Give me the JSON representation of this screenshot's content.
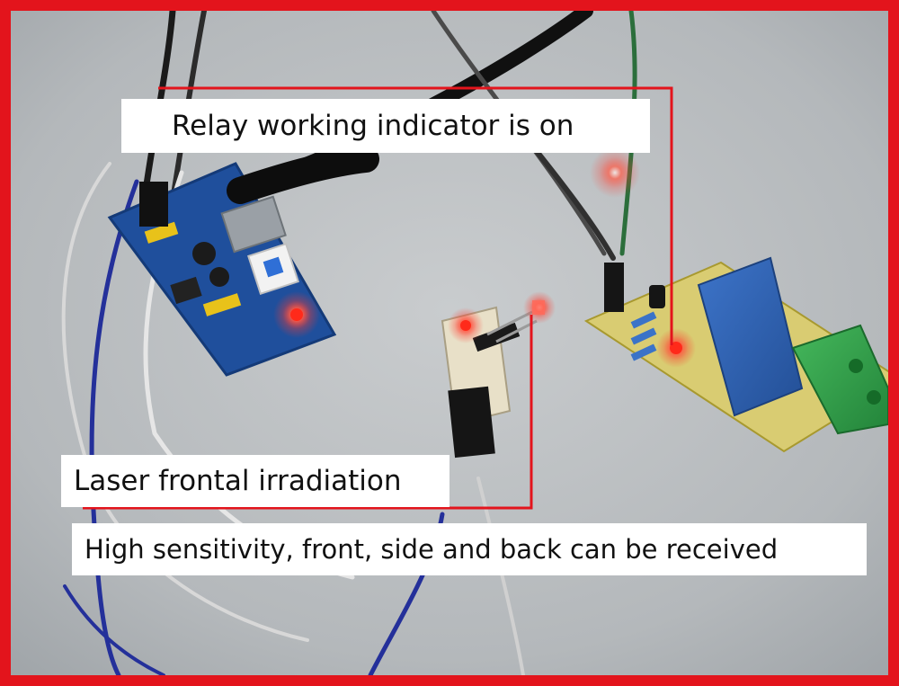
{
  "annotations": {
    "relay_indicator": "Relay working indicator is on",
    "laser_irradiation": "Laser frontal irradiation",
    "sensitivity": "High sensitivity, front, side and back can be received"
  },
  "colors": {
    "frame_border": "#e3141c",
    "callout_line": "#e3141c",
    "label_background": "#ffffff",
    "led_glow": "#ff3b2f",
    "pcb_blue": "#1f4f9c",
    "relay_blue": "#2f63b8",
    "terminal_green": "#2fa14a"
  }
}
